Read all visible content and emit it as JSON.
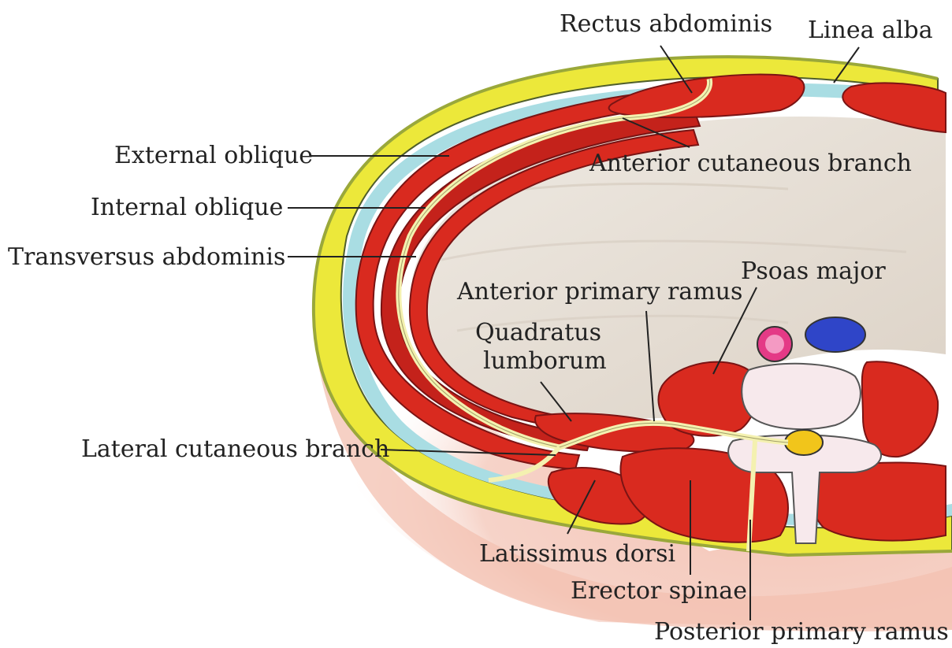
{
  "colors": {
    "muscle": "#d92a1f",
    "muscle_dark": "#a8181a",
    "fascia": "#a9dde3",
    "fat": "#ece83a",
    "nerve": "#f4f1b0",
    "skin": "#f0b5a6",
    "cavity": "#e9e3dc",
    "vertebra": "#f7e9ec",
    "artery": "#e43a86",
    "vein": "#2f45c8",
    "spinal_cord": "#f1c51b"
  },
  "labels": {
    "rectus_abdominis": "Rectus abdominis",
    "linea_alba": "Linea alba",
    "external_oblique": "External oblique",
    "internal_oblique": "Internal oblique",
    "transversus_abdominis": "Transversus abdominis",
    "anterior_cutaneous_branch": "Anterior cutaneous branch",
    "anterior_primary_ramus": "Anterior primary ramus",
    "psoas_major": "Psoas major",
    "quadratus_lumborum_line1": "Quadratus",
    "quadratus_lumborum_line2": "lumborum",
    "lateral_cutaneous_branch": "Lateral cutaneous branch",
    "latissimus_dorsi": "Latissimus dorsi",
    "erector_spinae": "Erector spinae",
    "posterior_primary_ramus": "Posterior primary ramus"
  }
}
